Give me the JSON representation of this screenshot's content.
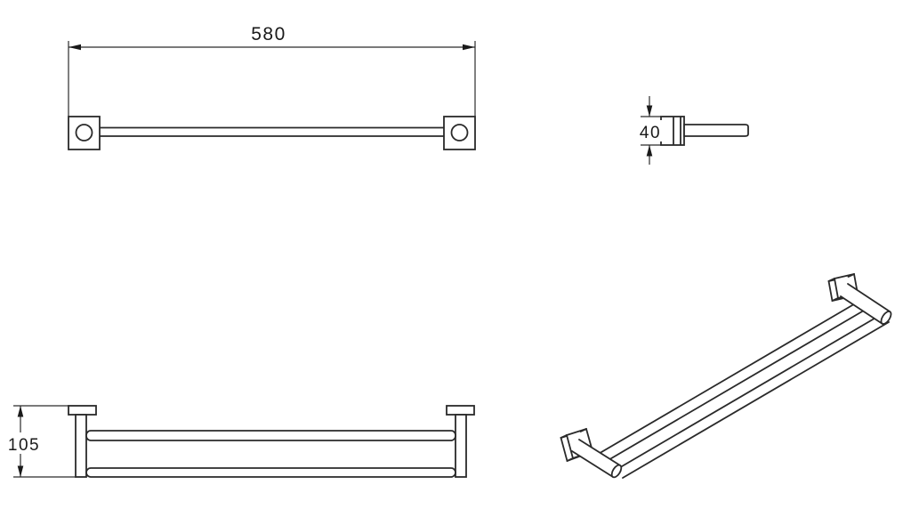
{
  "drawing": {
    "background_color": "#ffffff",
    "line_color": "#2a2a2a",
    "text_color": "#1a1a1a",
    "dimensions": {
      "overall_width": "580",
      "bracket_height": "40",
      "depth": "105"
    }
  }
}
